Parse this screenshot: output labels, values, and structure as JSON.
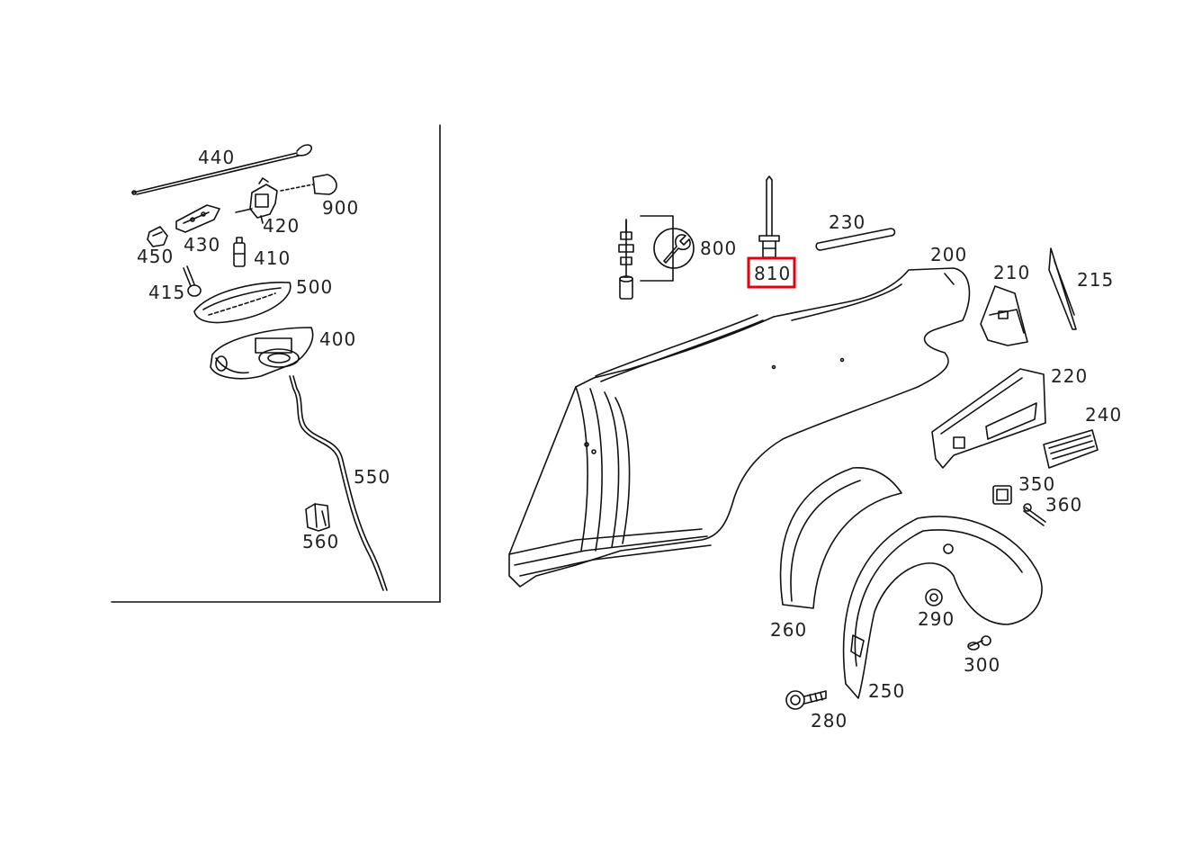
{
  "diagram": {
    "accent_color": "#e3000f",
    "selected_part": "810",
    "inset_callouts": [
      "440",
      "900",
      "420",
      "450",
      "430",
      "410",
      "415",
      "500",
      "400",
      "550",
      "560"
    ],
    "main_callouts": [
      "800",
      "810",
      "230",
      "200",
      "210",
      "215",
      "220",
      "240",
      "350",
      "360",
      "260",
      "290",
      "300",
      "250",
      "280"
    ]
  }
}
